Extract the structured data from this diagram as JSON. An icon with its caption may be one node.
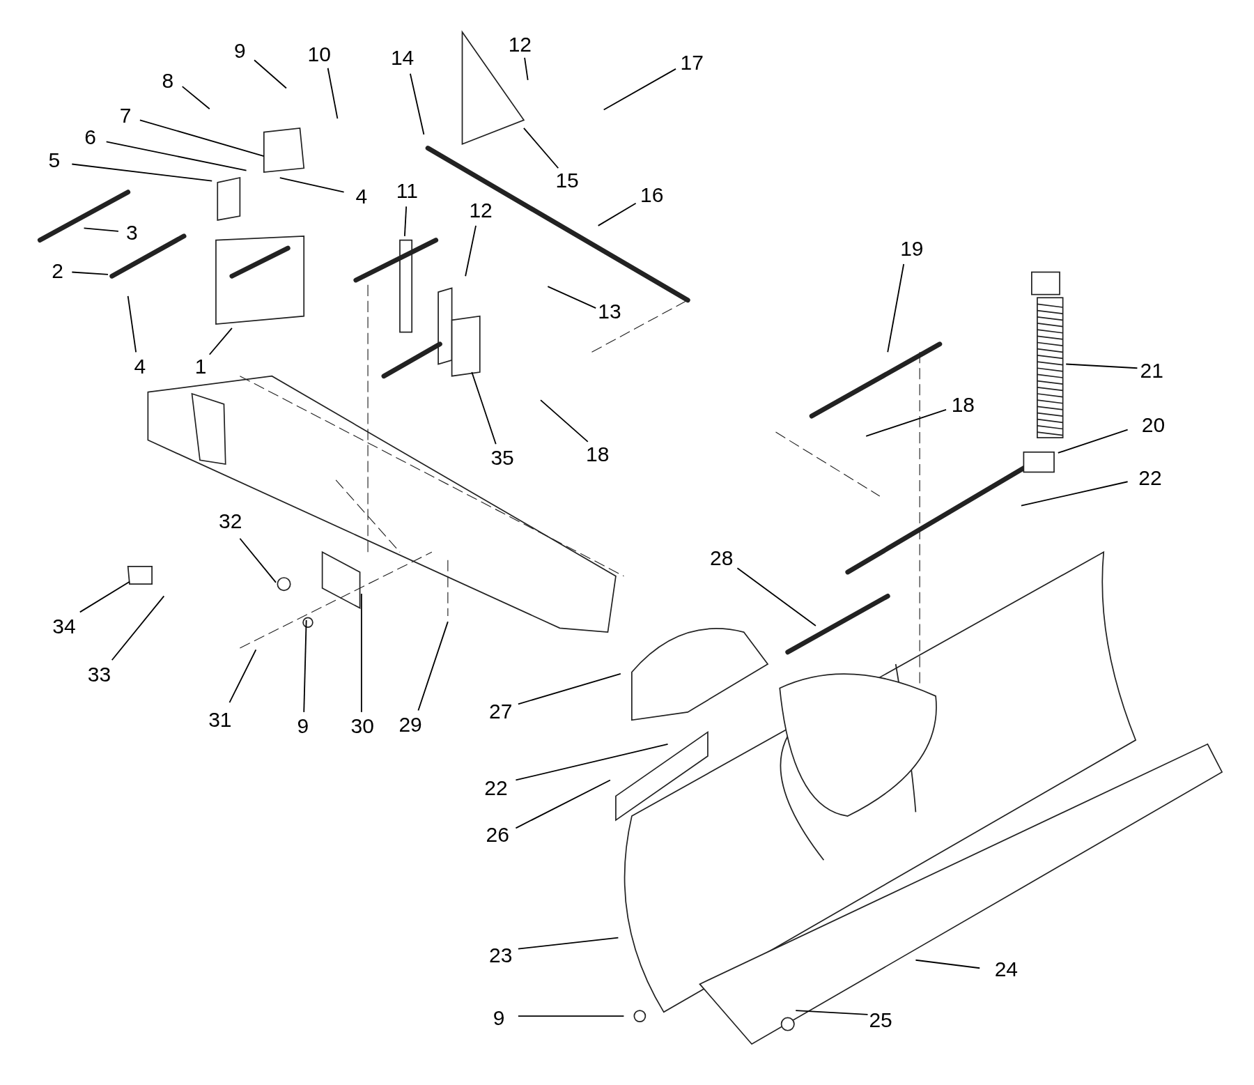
{
  "diagram": {
    "nodes": [
      {
        "text": [
          "1"
        ]
      },
      {
        "text": [
          "2"
        ]
      },
      {
        "text": [
          "3"
        ]
      },
      {
        "text": [
          "4"
        ]
      },
      {
        "text": [
          "4"
        ]
      },
      {
        "text": [
          "5"
        ]
      },
      {
        "text": [
          "6"
        ]
      },
      {
        "text": [
          "7"
        ]
      },
      {
        "text": [
          "8"
        ]
      },
      {
        "text": [
          "9"
        ]
      },
      {
        "text": [
          "10"
        ]
      },
      {
        "text": [
          "11"
        ]
      },
      {
        "text": [
          "12"
        ]
      },
      {
        "text": [
          "14"
        ]
      },
      {
        "text": [
          "15"
        ]
      },
      {
        "text": [
          "16"
        ]
      },
      {
        "text": [
          "17"
        ]
      },
      {
        "text": [
          "12"
        ]
      },
      {
        "text": [
          "13"
        ]
      },
      {
        "text": [
          "35"
        ]
      },
      {
        "text": [
          "18"
        ]
      },
      {
        "text": [
          "19"
        ]
      },
      {
        "text": [
          "21"
        ]
      },
      {
        "text": [
          "18"
        ]
      },
      {
        "text": [
          "20"
        ]
      },
      {
        "text": [
          "22"
        ]
      },
      {
        "text": [
          "28"
        ]
      },
      {
        "text": [
          "32"
        ]
      },
      {
        "text": [
          "34"
        ]
      },
      {
        "text": [
          "33"
        ]
      },
      {
        "text": [
          "31"
        ]
      },
      {
        "text": [
          "9"
        ]
      },
      {
        "text": [
          "30"
        ]
      },
      {
        "text": [
          "29"
        ]
      },
      {
        "text": [
          "27"
        ]
      },
      {
        "text": [
          "22"
        ]
      },
      {
        "text": [
          "26"
        ]
      },
      {
        "text": [
          "23"
        ]
      },
      {
        "text": [
          "9"
        ]
      },
      {
        "text": [
          "24"
        ]
      },
      {
        "text": [
          "25"
        ]
      }
    ],
    "edges": [
      {
        "from": 0,
        "to": null,
        "arrow": "none"
      },
      {
        "from": 1,
        "to": null,
        "arrow": "none"
      },
      {
        "from": 2,
        "to": null,
        "arrow": "none"
      },
      {
        "from": 3,
        "to": null,
        "arrow": "none"
      },
      {
        "from": 4,
        "to": null,
        "arrow": "none"
      },
      {
        "from": 5,
        "to": null,
        "arrow": "none"
      },
      {
        "from": 6,
        "to": null,
        "arrow": "none"
      },
      {
        "from": 7,
        "to": null,
        "arrow": "none"
      },
      {
        "from": 8,
        "to": null,
        "arrow": "none"
      },
      {
        "from": 9,
        "to": null,
        "arrow": "none"
      },
      {
        "from": 10,
        "to": null,
        "arrow": "none"
      },
      {
        "from": 11,
        "to": null,
        "arrow": "none"
      },
      {
        "from": 12,
        "to": null,
        "arrow": "none"
      },
      {
        "from": 13,
        "to": null,
        "arrow": "none"
      },
      {
        "from": 14,
        "to": null,
        "arrow": "none"
      },
      {
        "from": 15,
        "to": null,
        "arrow": "none"
      },
      {
        "from": 16,
        "to": null,
        "arrow": "none"
      },
      {
        "from": 17,
        "to": null,
        "arrow": "none"
      },
      {
        "from": 18,
        "to": null,
        "arrow": "none"
      },
      {
        "from": 19,
        "to": null,
        "arrow": "none"
      },
      {
        "from": 20,
        "to": null,
        "arrow": "none"
      },
      {
        "from": 21,
        "to": null,
        "arrow": "none"
      },
      {
        "from": 22,
        "to": null,
        "arrow": "none"
      },
      {
        "from": 23,
        "to": null,
        "arrow": "none"
      },
      {
        "from": 24,
        "to": null,
        "arrow": "none"
      },
      {
        "from": 25,
        "to": null,
        "arrow": "none"
      },
      {
        "from": 26,
        "to": null,
        "arrow": "none"
      },
      {
        "from": 27,
        "to": null,
        "arrow": "none"
      },
      {
        "from": 28,
        "to": null,
        "arrow": "none"
      },
      {
        "from": 29,
        "to": null,
        "arrow": "none"
      },
      {
        "from": 30,
        "to": null,
        "arrow": "none"
      },
      {
        "from": 31,
        "to": null,
        "arrow": "none"
      },
      {
        "from": 32,
        "to": null,
        "arrow": "none"
      },
      {
        "from": 33,
        "to": null,
        "arrow": "none"
      },
      {
        "from": 34,
        "to": null,
        "arrow": "none"
      },
      {
        "from": 35,
        "to": null,
        "arrow": "none"
      },
      {
        "from": 36,
        "to": null,
        "arrow": "none"
      },
      {
        "from": 37,
        "to": null,
        "arrow": "none"
      },
      {
        "from": 38,
        "to": null,
        "arrow": "none"
      },
      {
        "from": 39,
        "to": null,
        "arrow": "none"
      },
      {
        "from": 40,
        "to": null,
        "arrow": "none"
      }
    ]
  }
}
